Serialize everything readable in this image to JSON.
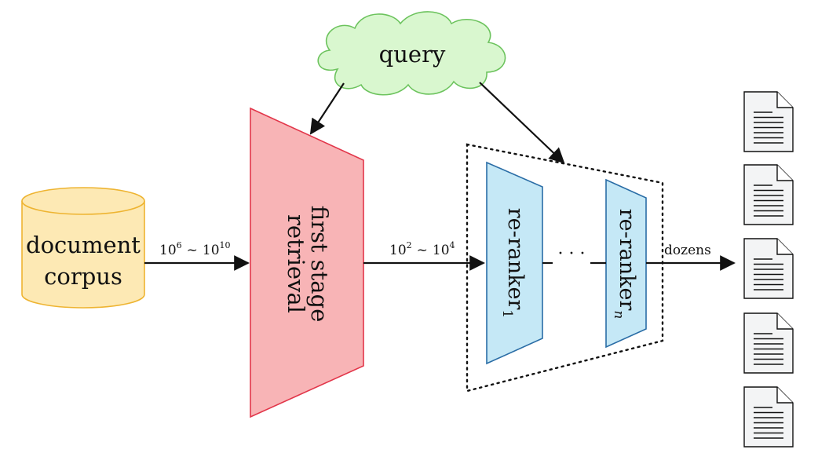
{
  "query": {
    "label": "query"
  },
  "corpus": {
    "line1": "document",
    "line2": "corpus"
  },
  "first_stage": {
    "line1": "first stage",
    "line2": "retrieval"
  },
  "reranker_1": {
    "label": "re-ranker",
    "subscript": "1"
  },
  "reranker_n": {
    "label": "re-ranker",
    "subscript": "n"
  },
  "ellipsis": "· · ·",
  "edges": {
    "corpus_to_first": {
      "base1": "10",
      "exp1": "6",
      "sep": "~",
      "base2": "10",
      "exp2": "10"
    },
    "first_to_rerank": {
      "base1": "10",
      "exp1": "2",
      "sep": "~",
      "base2": "10",
      "exp2": "4"
    },
    "output": {
      "label": "dozens"
    }
  },
  "colors": {
    "query_fill": "#d9f7cf",
    "query_stroke": "#6cc35d",
    "corpus_fill": "#fde9b4",
    "corpus_stroke": "#eeb431",
    "first_stage_fill": "#f8b4b6",
    "first_stage_stroke": "#e2364a",
    "reranker_fill": "#c5e8f6",
    "reranker_stroke": "#2a6da6"
  },
  "result_documents": [
    "document-icon",
    "document-icon",
    "document-icon",
    "document-icon",
    "document-icon"
  ]
}
